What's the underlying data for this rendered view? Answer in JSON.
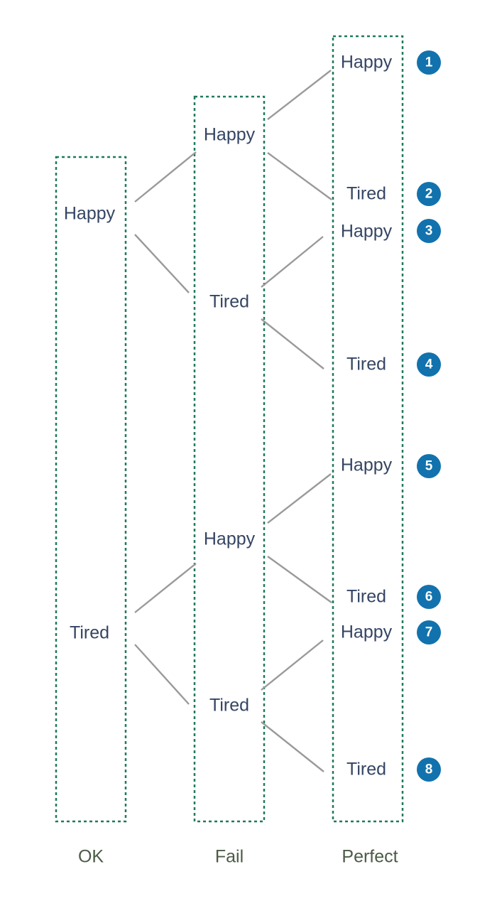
{
  "colors": {
    "box_border": "#1f7a5c",
    "edge": "#9a9a9a",
    "state_text": "#344563",
    "column_label_text": "#4b5b46",
    "badge_fill": "#1272ad",
    "badge_text": "#ffffff"
  },
  "columns": [
    {
      "id": "ok",
      "label": "OK"
    },
    {
      "id": "fail",
      "label": "Fail"
    },
    {
      "id": "perfect",
      "label": "Perfect"
    }
  ],
  "nodes": {
    "ok": [
      "Happy",
      "Tired"
    ],
    "fail": [
      "Happy",
      "Tired",
      "Happy",
      "Tired"
    ],
    "perfect": [
      "Happy",
      "Tired",
      "Happy",
      "Tired",
      "Happy",
      "Tired",
      "Happy",
      "Tired"
    ]
  },
  "outcomes": [
    "1",
    "2",
    "3",
    "4",
    "5",
    "6",
    "7",
    "8"
  ]
}
